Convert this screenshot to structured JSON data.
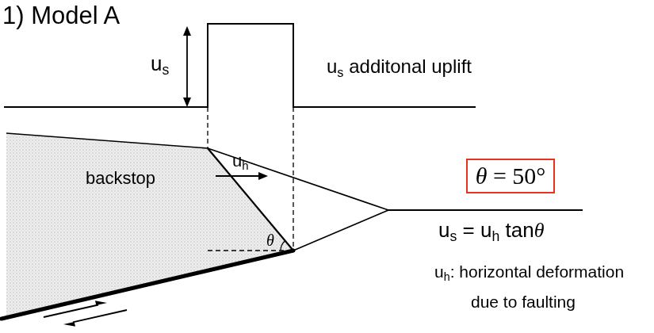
{
  "diagram": {
    "nodes": [
      {
        "text": [
          "backstop"
        ]
      },
      {
        "text": [
          "θ = 50°"
        ]
      }
    ],
    "labels": [
      "1) Model A",
      "us",
      "us additonal uplift",
      "uh",
      "θ",
      "us = uh tanθ",
      "uh: horizontal deformation due to faulting"
    ]
  }
}
